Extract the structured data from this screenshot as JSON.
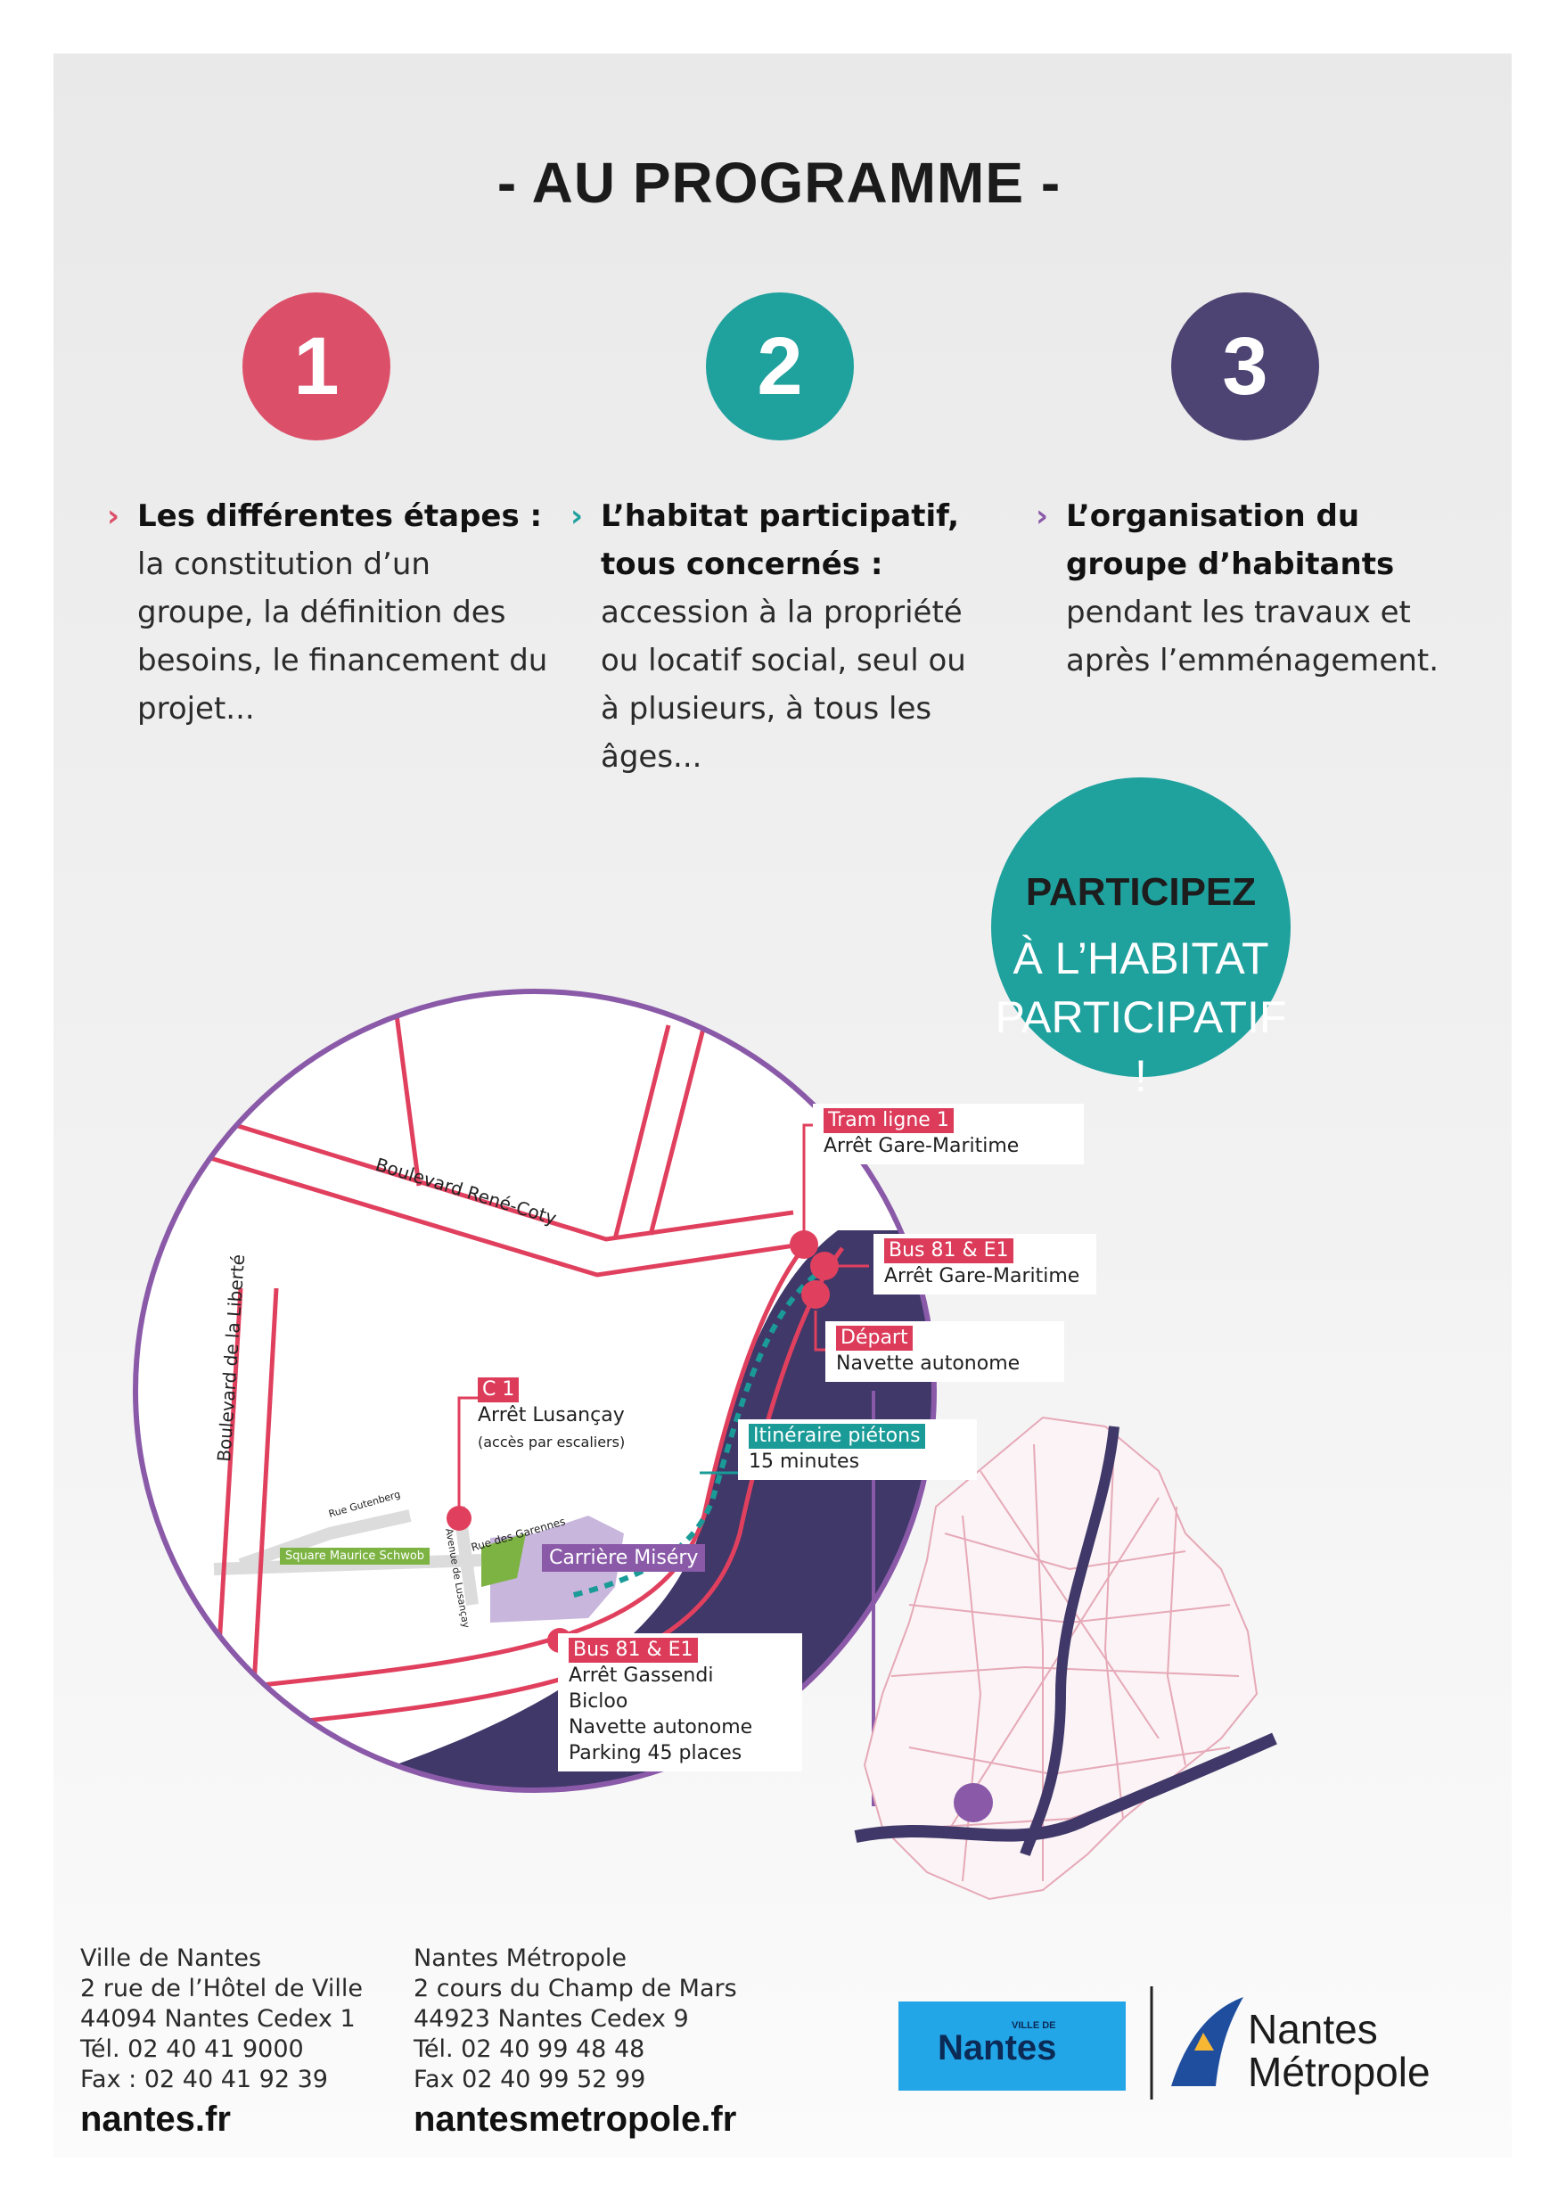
{
  "title": "- AU PROGRAMME -",
  "colors": {
    "step1": "#dc4f69",
    "step2": "#1fa19e",
    "step3": "#4d4473",
    "map_road": "#e0405e",
    "river": "#3f3868",
    "purple": "#8a5aa9",
    "teal": "#1a9b98"
  },
  "steps": [
    {
      "number": "1",
      "bold": "Les différentes étapes :",
      "text": "la constitution d’un groupe, la définition des besoins, le financement du projet..."
    },
    {
      "number": "2",
      "bold": "L’habitat participatif, tous concernés :",
      "text": "accession à la propriété ou locatif social, seul ou à plusieurs, à tous les âges..."
    },
    {
      "number": "3",
      "bold": "L’organisation du groupe d’habitants",
      "text": "pendant les travaux et après l’emménagement."
    }
  ],
  "participez": {
    "line1": "PARTICIPEZ",
    "line2": "À L’HABITAT",
    "line3": "PARTICIPATIF !"
  },
  "map": {
    "streets": {
      "rene_coty": "Boulevard René-Coty",
      "liberte": "Boulevard de la Liberté",
      "gutenberg": "Rue Gutenberg",
      "garennes": "Rue des Garennes",
      "lusancay": "Avenue de Lusançay"
    },
    "square": "Square Maurice Schwob",
    "carriere": "Carrière Miséry",
    "tram": {
      "tag": "Tram ligne 1",
      "line1": "Arrêt Gare-Maritime"
    },
    "bus_gare": {
      "tag": "Bus 81 & E1",
      "line1": "Arrêt Gare-Maritime"
    },
    "depart": {
      "tag": "Départ",
      "line1": "Navette autonome"
    },
    "itineraire": {
      "tag": "Itinéraire piétons",
      "line1": "15 minutes"
    },
    "c1": {
      "tag": "C 1",
      "line1": "Arrêt Lusançay",
      "line2": "(accès par escaliers)"
    },
    "bus_gassendi": {
      "tag": "Bus 81 & E1",
      "line1": "Arrêt Gassendi",
      "line2": "Bicloo",
      "line3": "Navette autonome",
      "line4": "Parking 45 places"
    }
  },
  "footer": {
    "ville": {
      "l1": "Ville de Nantes",
      "l2": "2 rue de l’Hôtel de Ville",
      "l3": "44094 Nantes Cedex 1",
      "l4": "Tél. 02 40 41 9000",
      "l5": "Fax : 02 40 41 92 39",
      "web": "nantes.fr"
    },
    "metropole": {
      "l1": "Nantes Métropole",
      "l2": "2 cours du Champ de Mars",
      "l3": "44923 Nantes Cedex 9",
      "l4": "Tél. 02 40 99 48 48",
      "l5": "Fax 02 40 99 52 99",
      "web": "nantesmetropole.fr"
    }
  },
  "logos": {
    "ville_small": "VILLE DE",
    "ville_big": "Nantes",
    "metro_1": "Nantes",
    "metro_2": "Métropole"
  }
}
